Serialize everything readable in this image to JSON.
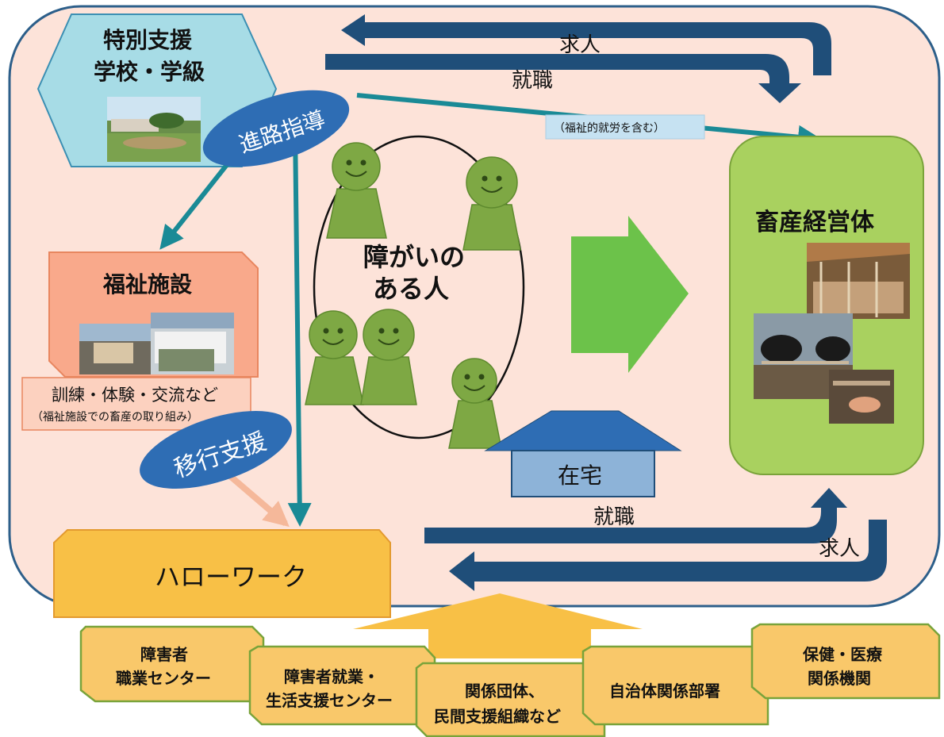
{
  "school": {
    "label_line1": "特別支援",
    "label_line2": "学校・学級"
  },
  "career_guidance": "進路指導",
  "welfare_facility": {
    "label": "福祉施設"
  },
  "training": {
    "line1": "訓練・体験・交流など",
    "line2": "（福祉施設での畜産の取り組み）"
  },
  "transition_support": "移行支援",
  "welfare_work_note": "（福祉的就労を含む）",
  "job_offer_top": "求人",
  "employment_top": "就職",
  "people_group": {
    "line1": "障がいの",
    "line2": "ある人"
  },
  "home": "在宅",
  "livestock": {
    "label": "畜産経営体"
  },
  "employment_bottom": "就職",
  "job_offer_bottom": "求人",
  "hello_work": "ハローワーク",
  "support_orgs": [
    {
      "line1": "障害者",
      "line2": "職業センター"
    },
    {
      "line1": "障害者就業・",
      "line2": "生活支援センター"
    },
    {
      "line1": "関係団体、",
      "line2": "民間支援組織など"
    },
    {
      "line1": "自治体関係部署",
      "line2": ""
    },
    {
      "line1": "保健・医療",
      "line2": "関係機関"
    }
  ],
  "colors": {
    "background_panel": "#fde3d9",
    "navy_arrow": "#1f4e79",
    "teal_arrow": "#1a8a96",
    "green": "#92c15a",
    "light_green": "#a9d15f",
    "orange_box": "#f8c046",
    "salmon": "#fbc8b0",
    "oval_blue": "#2e6db4"
  }
}
